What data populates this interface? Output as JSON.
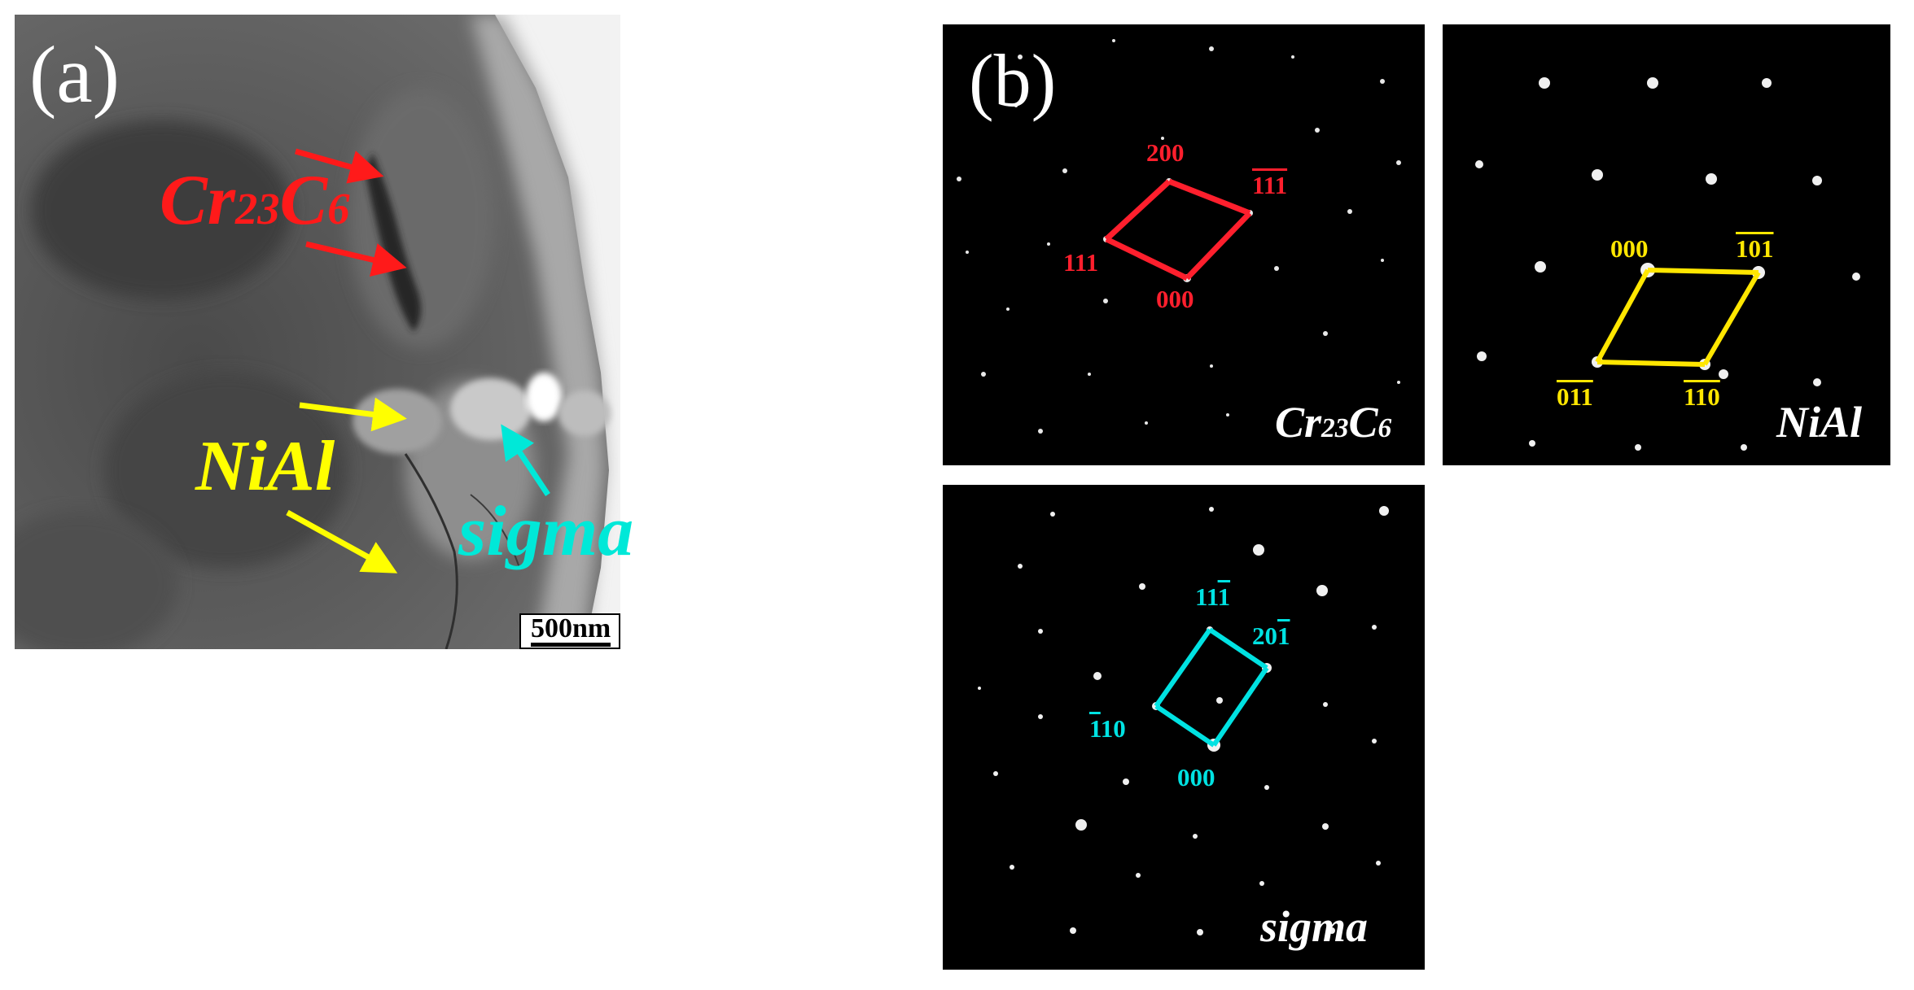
{
  "panel_a": {
    "label": "(a)",
    "phases": {
      "cr23c6": {
        "base": "Cr",
        "sub1": "23",
        "mid": "C",
        "sub2": "6",
        "color": "#ff2020"
      },
      "nial": {
        "text": "NiAl",
        "color": "#ffff00"
      },
      "sigma": {
        "text": "sigma",
        "color": "#00e5d4"
      }
    },
    "scale_bar": "500nm"
  },
  "panel_b": {
    "label": "(b)",
    "cr23c6": {
      "name_base": "Cr",
      "name_sub1": "23",
      "name_mid": "C",
      "name_sub2": "6",
      "indices": {
        "top": "200",
        "right": "111",
        "left": "111",
        "bottom": "000"
      },
      "color": "#ff2030"
    },
    "nial": {
      "name": "NiAl",
      "indices": {
        "tl": "000",
        "tr": "101",
        "bl": "011",
        "br": "110"
      },
      "color": "#ffe600"
    },
    "sigma": {
      "name": "sigma",
      "indices": {
        "top": "11",
        "right": "20",
        "left": "10",
        "bottom": "000"
      },
      "color": "#00e5e5"
    }
  }
}
